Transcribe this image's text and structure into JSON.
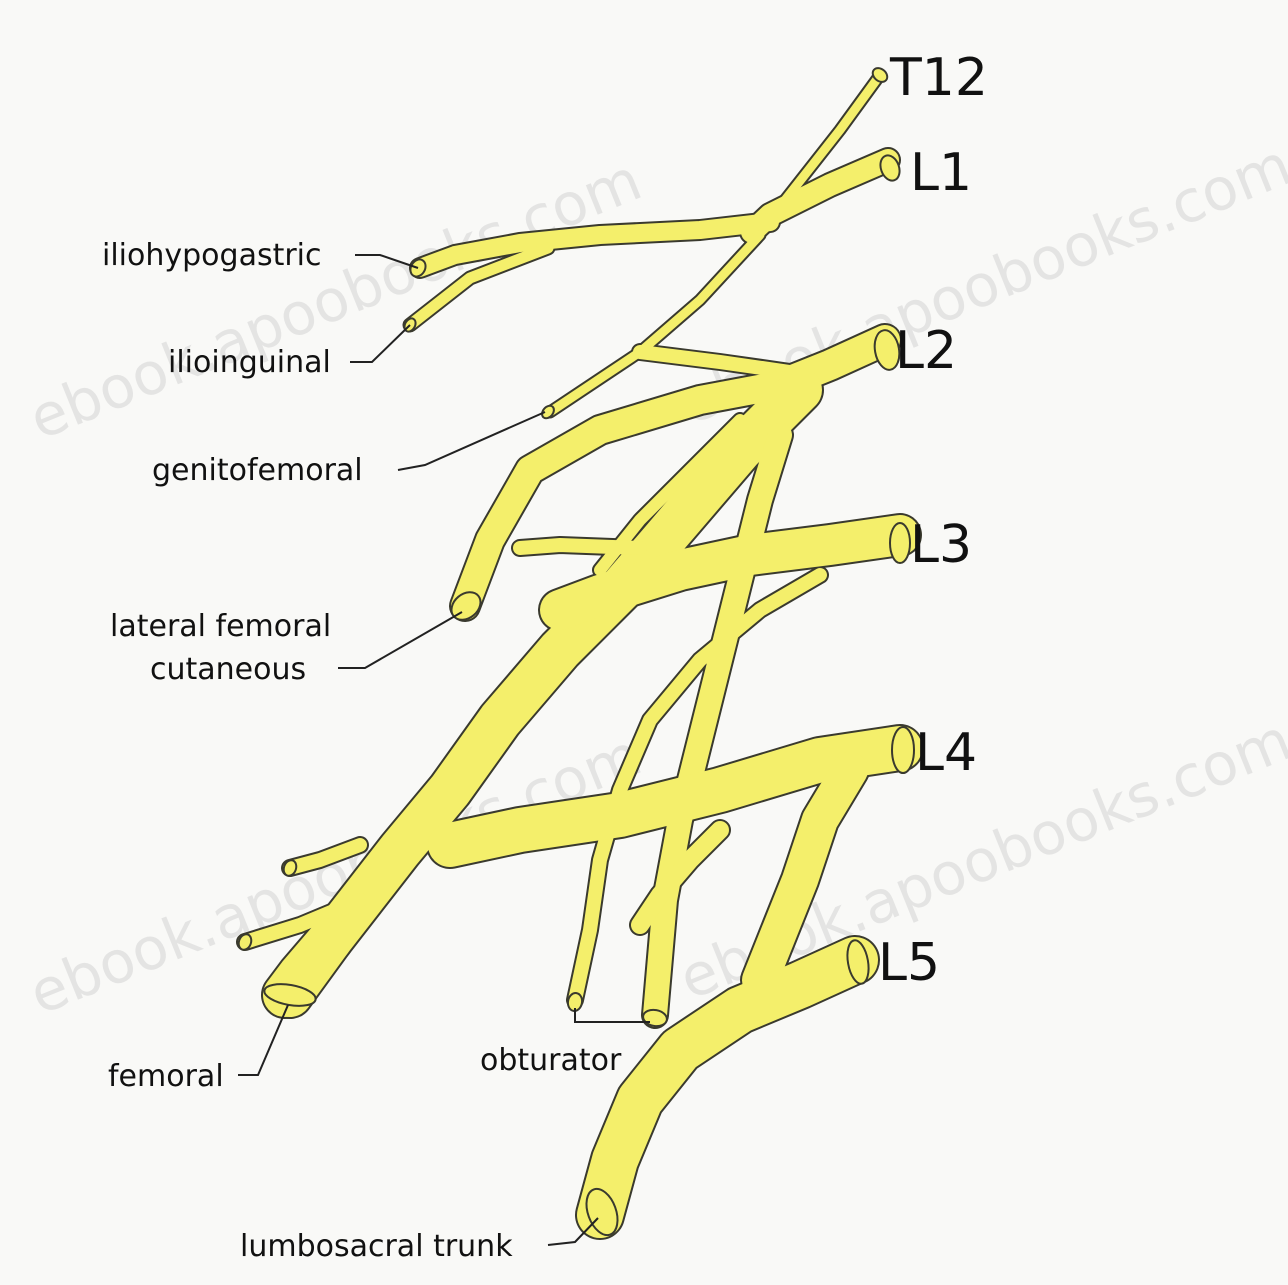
{
  "roots": [
    {
      "id": "t12",
      "label": "T12"
    },
    {
      "id": "l1",
      "label": "L1"
    },
    {
      "id": "l2",
      "label": "L2"
    },
    {
      "id": "l3",
      "label": "L3"
    },
    {
      "id": "l4",
      "label": "L4"
    },
    {
      "id": "l5",
      "label": "L5"
    }
  ],
  "nerves": [
    {
      "id": "iliohypogastric",
      "label": "iliohypogastric"
    },
    {
      "id": "ilioinguinal",
      "label": "ilioinguinal"
    },
    {
      "id": "genitofemoral",
      "label": "genitofemoral"
    },
    {
      "id": "lateral-femoral-cutaneous",
      "label_line1": "lateral femoral",
      "label_line2": "cutaneous"
    },
    {
      "id": "femoral",
      "label": "femoral"
    },
    {
      "id": "obturator",
      "label": "obturator"
    },
    {
      "id": "lumbosacral-trunk",
      "label": "lumbosacral trunk"
    }
  ],
  "watermark": {
    "text": "ebook.apoobooks.com"
  },
  "colors": {
    "nerve_fill": "#f4ef6b",
    "nerve_outline": "#3a3a2e",
    "background": "#f9f9f7",
    "label": "#111111"
  }
}
